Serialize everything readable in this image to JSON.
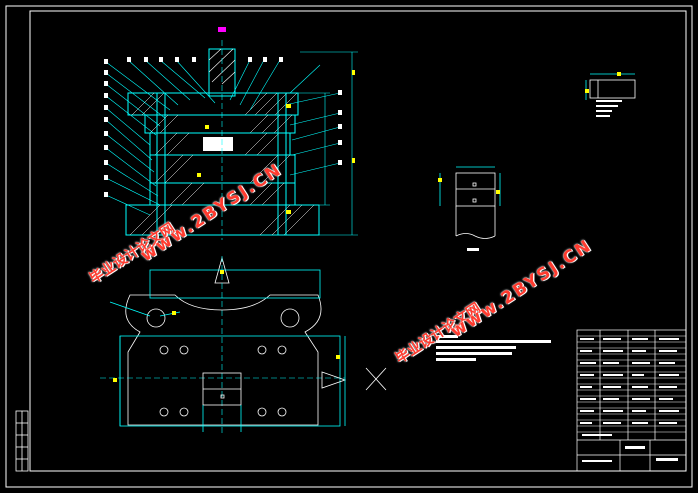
{
  "watermarks": {
    "site_name": "毕业设计论文网",
    "site_url": "www.2BYSJ.CN"
  },
  "colors": {
    "background": "#000000",
    "frame": "#ffffff",
    "line": "#00ffff",
    "hatch": "#ffffff",
    "dimension": "#00ffff",
    "marker_yellow": "#ffff00",
    "marker_green": "#00ff00",
    "marker_magenta": "#ff00ff",
    "watermark": "#ff3b2f"
  },
  "views": [
    "section-view",
    "plan-view",
    "detail-view-small",
    "detail-view-corner",
    "notes-block",
    "title-block"
  ]
}
